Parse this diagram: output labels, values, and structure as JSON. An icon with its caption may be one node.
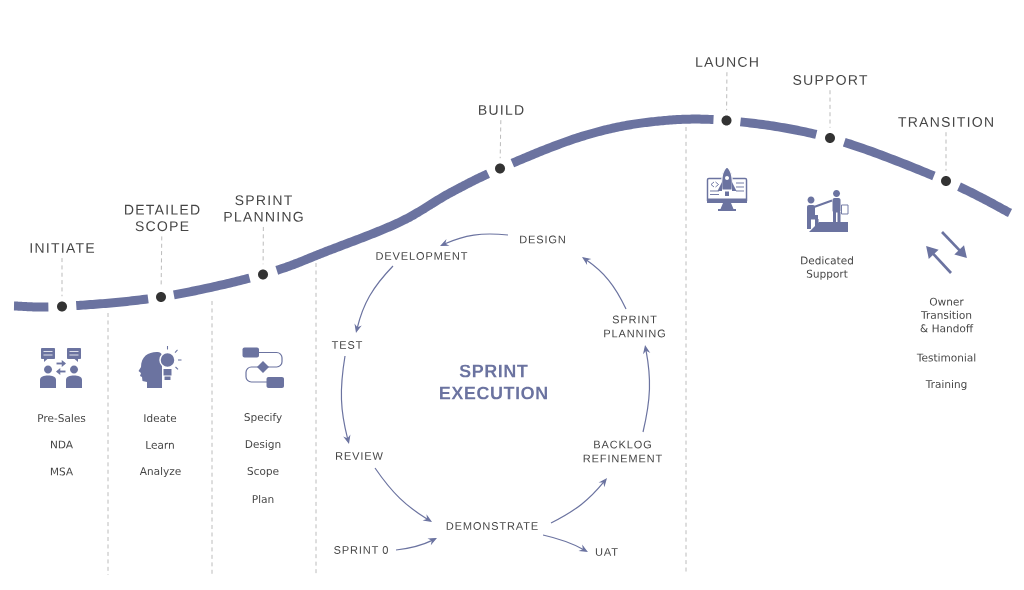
{
  "diagram": {
    "nodes": [
      {
        "text": [
          "INITIATE"
        ]
      },
      {
        "text": [],
        "shape": "circle"
      },
      {
        "text": [
          "DETAILED SCOPE"
        ]
      },
      {
        "text": [],
        "shape": "circle"
      },
      {
        "text": [
          "SPRINT PLANNING"
        ]
      },
      {
        "text": [],
        "shape": "circle"
      },
      {
        "text": [
          "BUILD"
        ]
      },
      {
        "text": [],
        "shape": "circle"
      },
      {
        "text": [
          "LAUNCH"
        ]
      },
      {
        "text": [],
        "shape": "circle"
      },
      {
        "text": [
          "SUPPORT"
        ]
      },
      {
        "text": [],
        "shape": "circle"
      },
      {
        "text": [
          "TRANSITION"
        ]
      },
      {
        "text": [],
        "shape": "circle"
      },
      {
        "text": [
          "DESIGN"
        ]
      },
      {
        "text": [
          "DEVELOPMENT"
        ]
      },
      {
        "text": [
          "TEST"
        ]
      },
      {
        "text": [
          "SPRINT PLANNING"
        ]
      },
      {
        "text": [
          "REVIEW"
        ]
      },
      {
        "text": [
          "BACKLOG REFINEMENT"
        ]
      },
      {
        "text": [
          "DEMONSTRATE"
        ]
      },
      {
        "text": [
          "SPRINT 0"
        ]
      },
      {
        "text": [
          "UAT"
        ]
      }
    ],
    "edges": [
      {
        "from": 0,
        "to": 1,
        "arrow": "none",
        "style": "dashed",
        "color": "#aaaaaa"
      },
      {
        "from": 2,
        "to": 3,
        "arrow": "none",
        "style": "dashed",
        "color": "#aaaaaa"
      },
      {
        "from": 4,
        "to": 5,
        "arrow": "none",
        "style": "dashed",
        "color": "#aaaaaa"
      },
      {
        "from": 6,
        "to": 7,
        "arrow": "none",
        "style": "dashed",
        "color": "#aaaaaa"
      },
      {
        "from": 8,
        "to": 9,
        "arrow": "none",
        "style": "dashed",
        "color": "#aaaaaa"
      },
      {
        "from": 10,
        "to": 11,
        "arrow": "none",
        "style": "dashed",
        "color": "#aaaaaa"
      },
      {
        "from": 12,
        "to": 13,
        "arrow": "none",
        "style": "dashed",
        "color": "#aaaaaa"
      },
      {
        "from": 14,
        "to": 15,
        "arrow": "to"
      },
      {
        "from": 15,
        "to": 16,
        "arrow": "to"
      },
      {
        "from": 16,
        "to": 18,
        "arrow": "to"
      },
      {
        "from": 18,
        "to": 20,
        "arrow": "to"
      },
      {
        "from": 21,
        "to": 20,
        "arrow": "to"
      },
      {
        "from": 20,
        "to": 22,
        "arrow": "to"
      },
      {
        "from": 20,
        "to": 19,
        "arrow": "to"
      },
      {
        "from": 19,
        "to": 17,
        "arrow": "to"
      },
      {
        "from": 17,
        "to": 14,
        "arrow": "to"
      }
    ],
    "labels": [
      "Pre-Sales",
      "NDA",
      "MSA",
      "Ideate",
      "Learn",
      "Analyze",
      "Specify",
      "Design",
      "Scope",
      "Plan",
      "SPRINT EXECUTION",
      "Dedicated Support",
      "Owner Transition & Handoff",
      "Testimonial",
      "Training"
    ]
  }
}
